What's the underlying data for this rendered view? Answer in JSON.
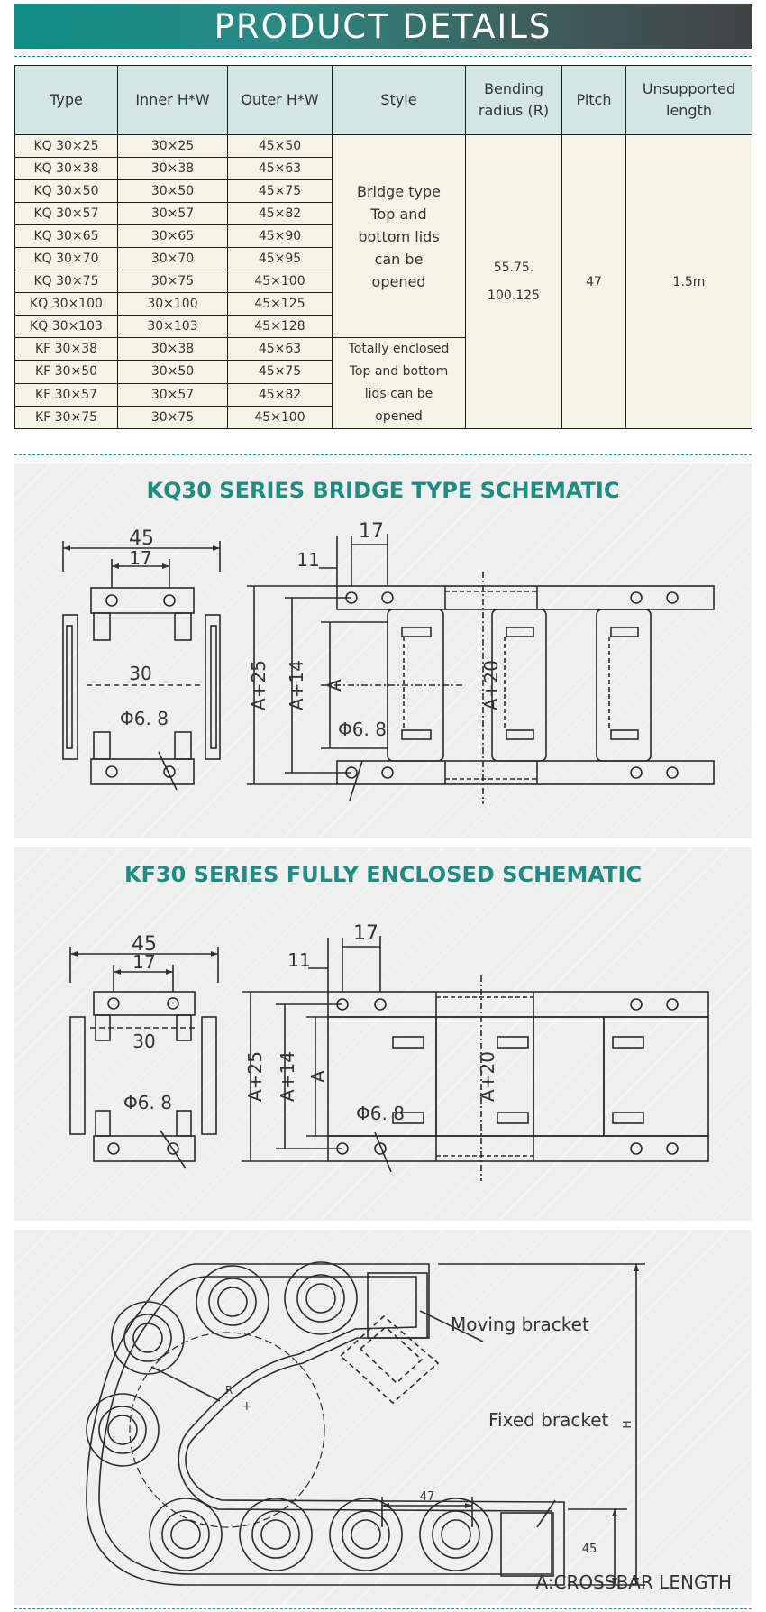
{
  "banner": {
    "title": "PRODUCT DETAILS"
  },
  "table": {
    "headers": [
      "Type",
      "Inner H*W",
      "Outer  H*W",
      "Style",
      "Bending radius (R)",
      "Pitch",
      "Unsupported length"
    ],
    "rows": [
      [
        "KQ  30×25",
        "30×25",
        "45×50"
      ],
      [
        "KQ  30×38",
        "30×38",
        "45×63"
      ],
      [
        "KQ  30×50",
        "30×50",
        "45×75"
      ],
      [
        "KQ  30×57",
        "30×57",
        "45×82"
      ],
      [
        "KQ  30×65",
        "30×65",
        "45×90"
      ],
      [
        "KQ  30×70",
        "30×70",
        "45×95"
      ],
      [
        "KQ  30×75",
        "30×75",
        "45×100"
      ],
      [
        "KQ  30×100",
        "30×100",
        "45×125"
      ],
      [
        "KQ  30×103",
        "30×103",
        "45×128"
      ],
      [
        "KF  30×38",
        "30×38",
        "45×63"
      ],
      [
        "KF  30×50",
        "30×50",
        "45×75"
      ],
      [
        "KF  30×57",
        "30×57",
        "45×82"
      ],
      [
        "KF  30×75",
        "30×75",
        "45×100"
      ]
    ],
    "style_kq": "Bridge type Top and bottom lids can be opened",
    "style_kf": "Totally enclosed Top and bottom lids can be opened",
    "bending_radius": "55.75. 100.125",
    "pitch": "47",
    "unsupported_length": "1.5m"
  },
  "kq_panel": {
    "title": "KQ30 SERIES BRIDGE TYPE SCHEMATIC",
    "labels": {
      "width_45": "45",
      "width_17": "17",
      "inner_30": "30",
      "hole_dia": "Φ6. 8",
      "dim_11": "11",
      "dim_17": "17",
      "a25": "A+25",
      "a14": "A+14",
      "a": "A",
      "a20": "A+20",
      "hole_dia2": "Φ6. 8"
    }
  },
  "kf_panel": {
    "title": "KF30 SERIES FULLY ENCLOSED SCHEMATIC",
    "labels": {
      "width_45": "45",
      "width_17": "17",
      "inner_30": "30",
      "hole_dia": "Φ6. 8",
      "dim_11": "11",
      "dim_17": "17",
      "a25": "A+25",
      "a14": "A+14",
      "a": "A",
      "a20": "A+20",
      "hole_dia2": "Φ6. 8"
    }
  },
  "chain_panel": {
    "moving_bracket": "Moving bracket",
    "fixed_bracket": "Fixed bracket",
    "radius_label": "R",
    "pitch_label": "47",
    "height_label": "H",
    "height_45": "45",
    "footer": "A:CROSSBAR LENGTH"
  },
  "colors": {
    "teal": "#1f8c84",
    "header_bg": "#d3e6e3",
    "cell_bg": "#f5f4e6"
  }
}
